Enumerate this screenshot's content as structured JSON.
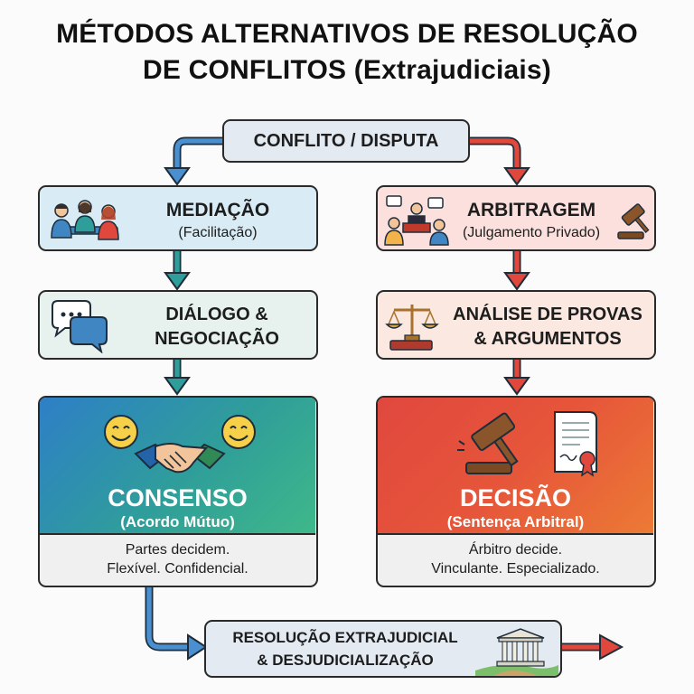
{
  "title": {
    "line1": "MÉTODOS ALTERNATIVOS DE RESOLUÇÃO",
    "line2": "DE CONFLITOS (Extrajudiciais)"
  },
  "conflict": {
    "label": "CONFLITO / DISPUTA"
  },
  "left": {
    "method": {
      "title": "MEDIAÇÃO",
      "subtitle": "(Facilitação)"
    },
    "process": {
      "line1": "DIÁLOGO &",
      "line2": "NEGOCIAÇÃO"
    },
    "outcome": {
      "title": "CONSENSO",
      "subtitle": "(Acordo Mútuo)",
      "desc1": "Partes decidem.",
      "desc2": "Flexível. Confidencial."
    }
  },
  "right": {
    "method": {
      "title": "ARBITRAGEM",
      "subtitle": "(Julgamento Privado)"
    },
    "process": {
      "line1": "ANÁLISE DE PROVAS",
      "line2": "& ARGUMENTOS"
    },
    "outcome": {
      "title": "DECISÃO",
      "subtitle": "(Sentença Arbitral)",
      "desc1": "Árbitro decide.",
      "desc2": "Vinculante. Especializado."
    }
  },
  "result": {
    "line1": "RESOLUÇÃO EXTRAJUDICIAL",
    "line2": "& DESJUDICIALIZAÇÃO"
  },
  "colors": {
    "blue": "#3f86c3",
    "teal": "#2f9e9a",
    "red": "#e0483e",
    "orange": "#ec7a35",
    "green_grad_start": "#2e7fc7",
    "green_grad_end": "#3fb889"
  }
}
